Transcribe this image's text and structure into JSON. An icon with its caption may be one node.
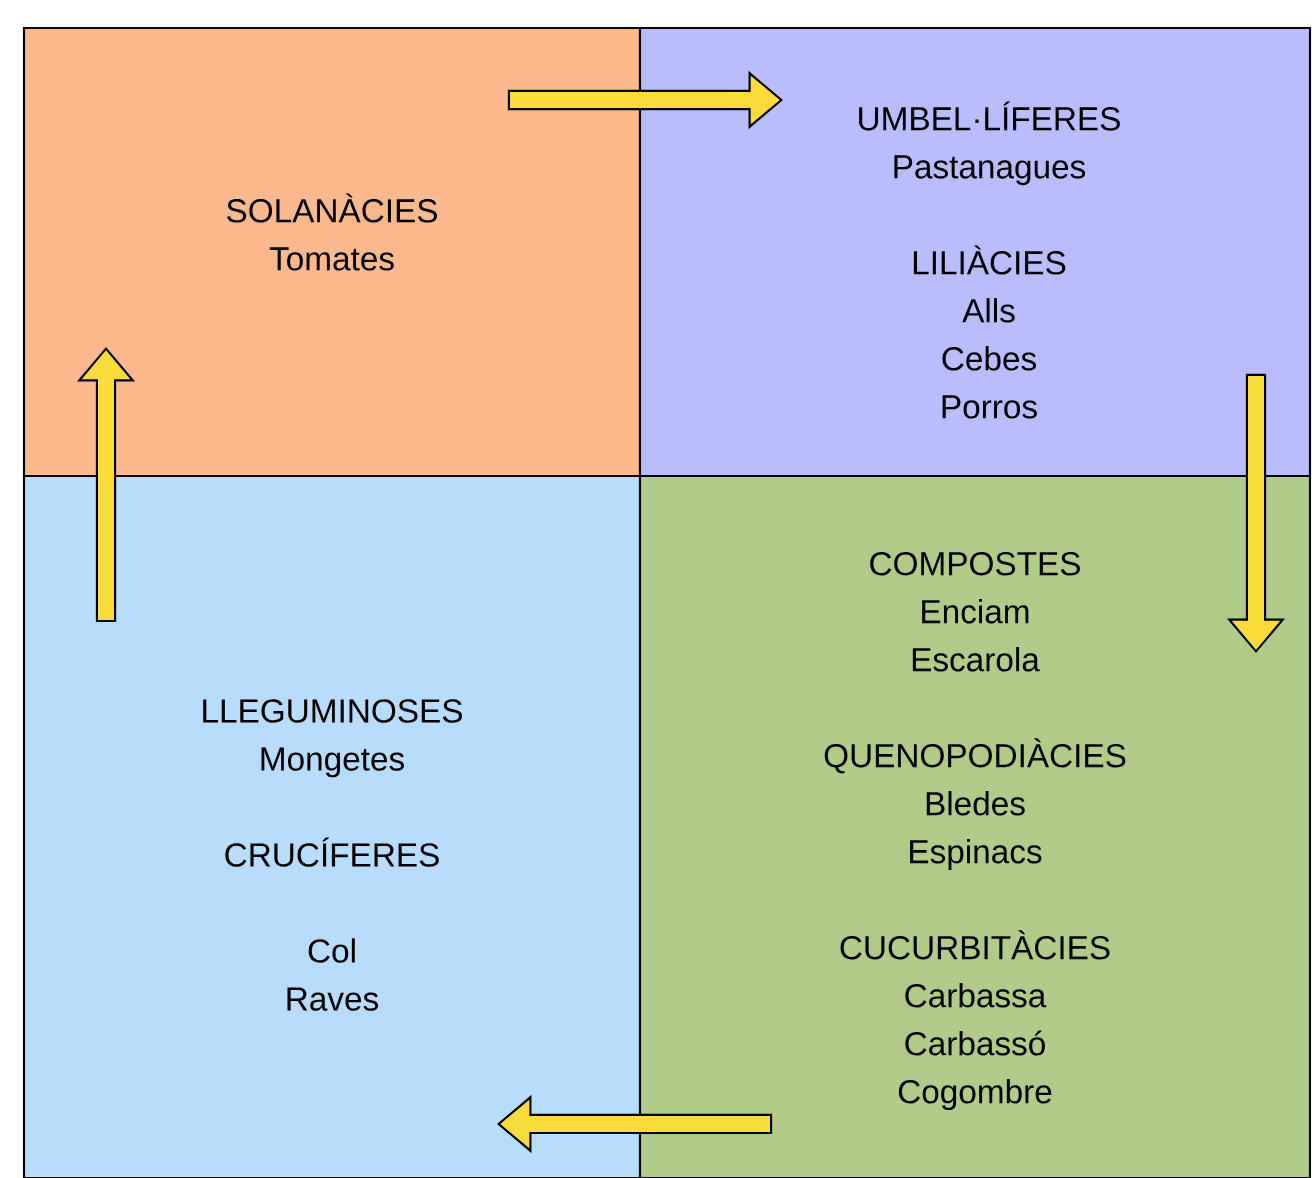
{
  "diagram": {
    "nodes": [
      {
        "text": [
          "SOLANÀCIES",
          "Tomates"
        ]
      },
      {
        "text": [
          "UMBEL·LÍFERES",
          "Pastanagues",
          "LILIÀCIES",
          "Alls",
          "Cebes",
          "Porros"
        ]
      },
      {
        "text": [
          "LLEGUMINOSES",
          "Mongetes",
          "CRUCÍFERES",
          "Col",
          "Raves"
        ]
      },
      {
        "text": [
          "COMPOSTES",
          "Enciam",
          "Escarola",
          "QUENOPODIÀCIES",
          "Bledes",
          "Espinacs",
          "CUCURBITÀCIES",
          "Carbassa",
          "Carbassó",
          "Cogombre"
        ]
      }
    ],
    "edges": [
      {
        "from": 0,
        "to": 1,
        "arrow": "to"
      },
      {
        "from": 1,
        "to": 3,
        "arrow": "to"
      },
      {
        "from": 3,
        "to": 2,
        "arrow": "to"
      },
      {
        "from": 2,
        "to": 0,
        "arrow": "to"
      }
    ]
  }
}
